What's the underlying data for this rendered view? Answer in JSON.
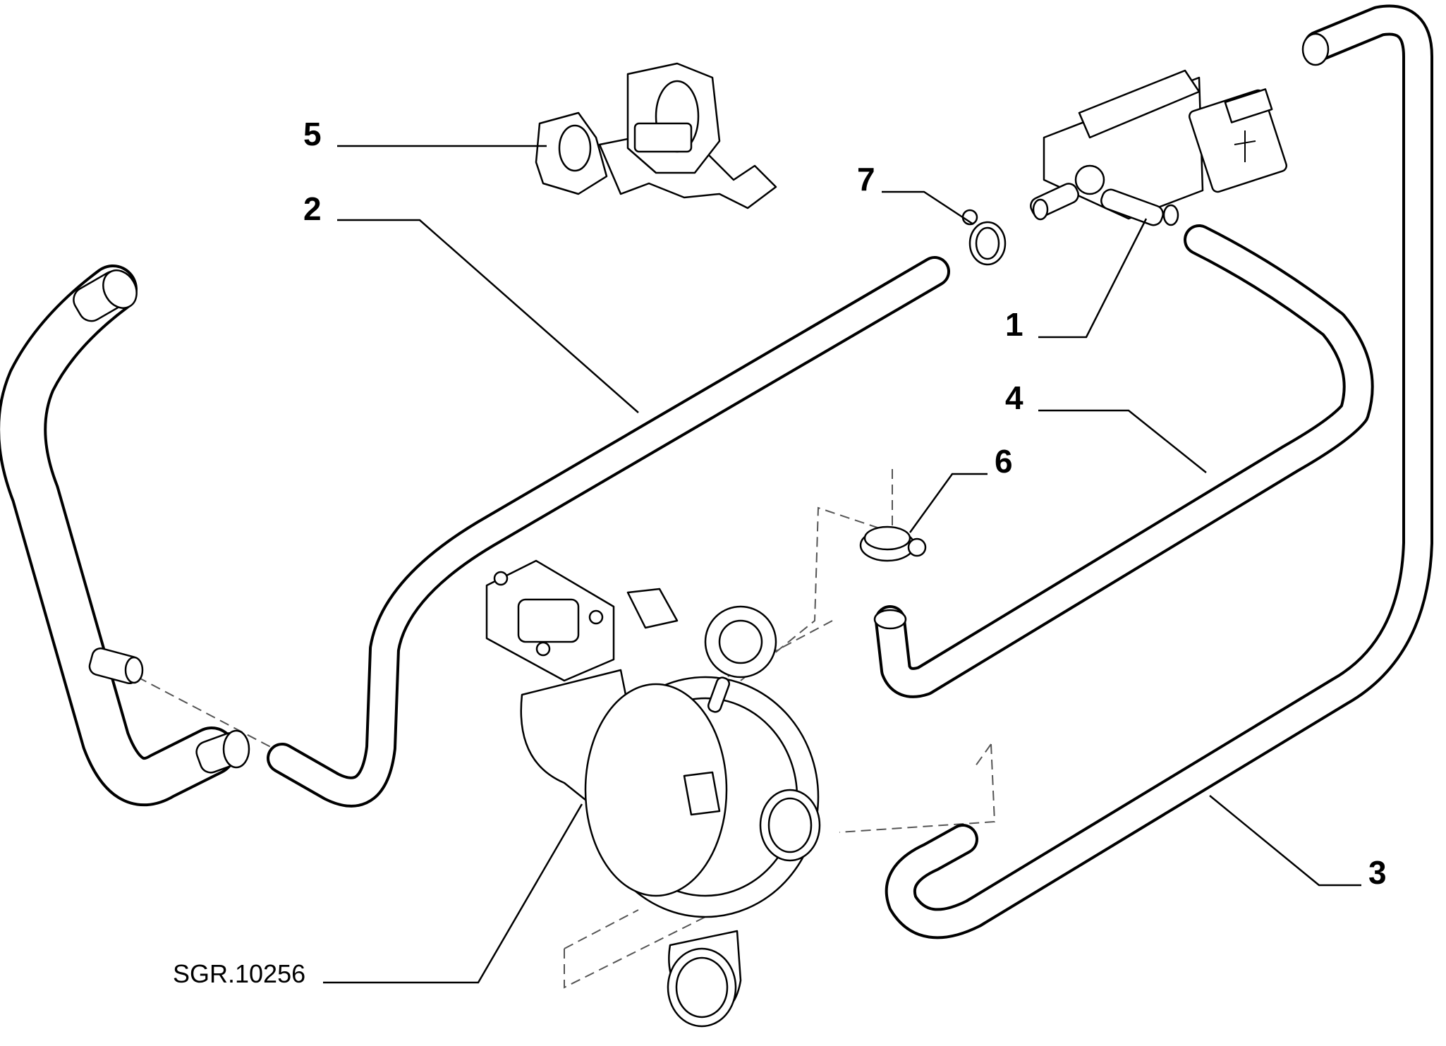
{
  "callouts": {
    "c1": "1",
    "c2": "2",
    "c3": "3",
    "c4": "4",
    "c5": "5",
    "c6": "6",
    "c7": "7"
  },
  "reference": "SGR.10256",
  "colors": {
    "line": "#000000",
    "background": "#ffffff"
  }
}
